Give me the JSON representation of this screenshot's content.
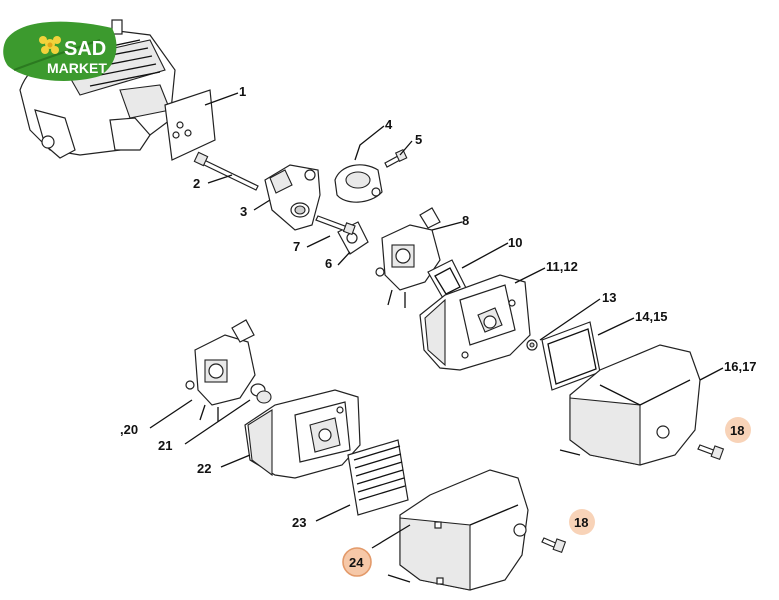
{
  "logo": {
    "line1": "SAD",
    "line2": "MARKET",
    "colors": {
      "leaf": "#3c9a2e",
      "flower": "#f2d23b",
      "text": "#ffffff"
    }
  },
  "callouts": [
    {
      "id": "c1",
      "label": "1"
    },
    {
      "id": "c2",
      "label": "2"
    },
    {
      "id": "c3",
      "label": "3"
    },
    {
      "id": "c4",
      "label": "4"
    },
    {
      "id": "c5",
      "label": "5"
    },
    {
      "id": "c6",
      "label": "6"
    },
    {
      "id": "c7",
      "label": "7"
    },
    {
      "id": "c8",
      "label": "8"
    },
    {
      "id": "c10",
      "label": "10"
    },
    {
      "id": "c11",
      "label": "11,12"
    },
    {
      "id": "c13",
      "label": "13"
    },
    {
      "id": "c14",
      "label": "14,15"
    },
    {
      "id": "c16",
      "label": "16,17"
    },
    {
      "id": "c18a",
      "label": "18",
      "highlighted": true
    },
    {
      "id": "c18b",
      "label": "18",
      "highlighted": true
    },
    {
      "id": "c20",
      "label": ",20"
    },
    {
      "id": "c21",
      "label": "21"
    },
    {
      "id": "c22",
      "label": "22"
    },
    {
      "id": "c23",
      "label": "23"
    },
    {
      "id": "c24",
      "label": "24",
      "highlighted": true,
      "circled": true
    }
  ],
  "colors": {
    "highlight_fill": "#f6c8a8",
    "highlight_ring": "#e39a6a",
    "line": "#111111"
  }
}
